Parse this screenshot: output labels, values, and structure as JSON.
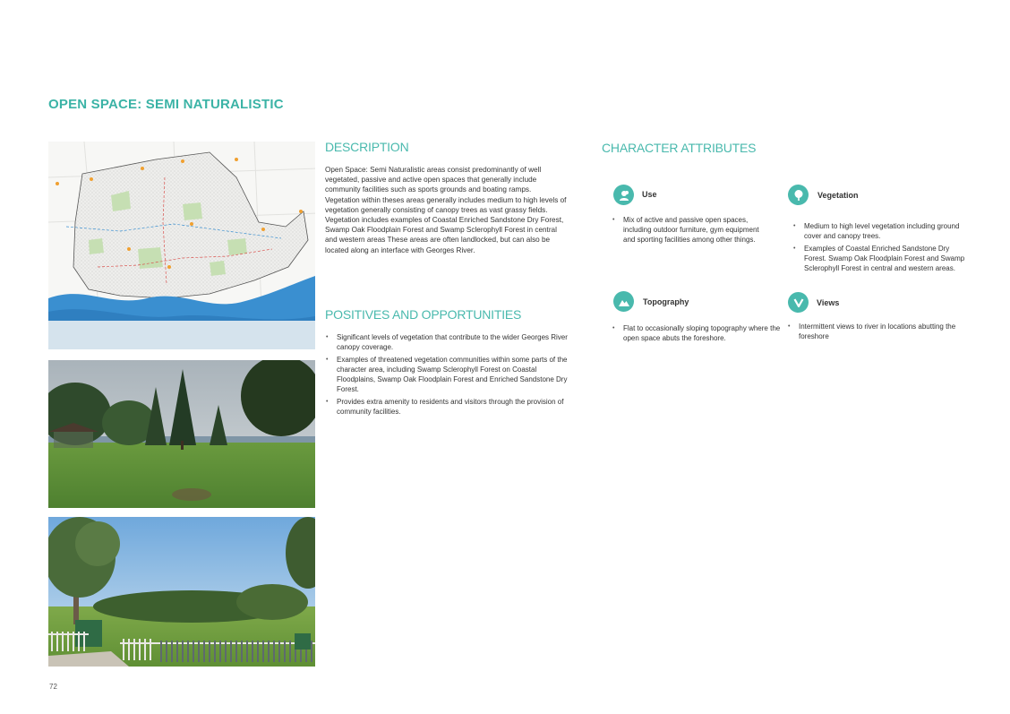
{
  "page": {
    "title": "OPEN SPACE: SEMI NATURALISTIC",
    "page_number": "72"
  },
  "description": {
    "heading": "DESCRIPTION",
    "text": "Open Space: Semi Naturalistic areas consist predominantly of well vegetated, passive and active open spaces that generally include community facilities such as sports grounds and boating ramps. Vegetation within theses areas generally includes medium to high levels of vegetation generally consisting of canopy trees as vast grassy fields. Vegetation includes examples of Coastal Enriched Sandstone Dry Forest, Swamp Oak Floodplain Forest and Swamp Sclerophyll Forest in central and western areas These areas are often landlocked, but can also be located along an interface with Georges River."
  },
  "positives": {
    "heading": "POSITIVES AND OPPORTUNITIES",
    "items": [
      "Significant levels of vegetation that contribute to the wider Georges River canopy coverage.",
      "Examples of threatened vegetation communities within some parts of the character area, including Swamp Sclerophyll Forest on Coastal Floodplains, Swamp Oak Floodplain Forest and Enriched Sandstone Dry Forest.",
      "Provides extra amenity to residents and visitors through the provision of community facilities."
    ]
  },
  "character": {
    "heading": "CHARACTER ATTRIBUTES",
    "attributes": [
      {
        "label": "Use",
        "icon": "people-icon",
        "items": [
          "Mix of active and passive open spaces, including outdoor furniture, gym equipment and sporting facilities among other things."
        ]
      },
      {
        "label": "Vegetation",
        "icon": "tree-icon",
        "items": [
          "Medium to high level vegetation including ground cover and canopy trees.",
          "Examples of Coastal Enriched Sandstone Dry Forest. Swamp Oak Floodplain Forest and Swamp Sclerophyll Forest in central and western areas."
        ]
      },
      {
        "label": "Topography",
        "icon": "mountain-icon",
        "items": [
          "Flat to occasionally sloping topography where the open space abuts the foreshore."
        ]
      },
      {
        "label": "Views",
        "icon": "view-chevron-icon",
        "items": [
          "Intermittent views to river in locations abutting the foreshore"
        ]
      }
    ]
  },
  "colors": {
    "accent": "#49b9ad",
    "water": "#3a8fd0",
    "green_space": "#c6dfb3"
  }
}
